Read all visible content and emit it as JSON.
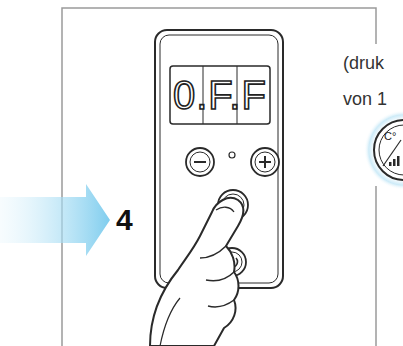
{
  "diagram": {
    "labels": [
      "4",
      "0.F.F",
      "(druk",
      "von 1",
      "C°"
    ]
  }
}
